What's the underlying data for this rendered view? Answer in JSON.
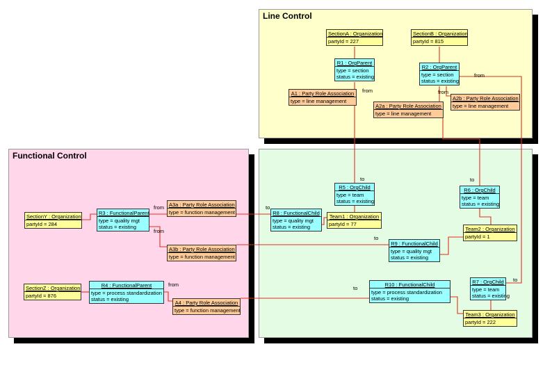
{
  "panels": {
    "line_control": "Line Control",
    "functional_control": "Functional Control"
  },
  "boxes": {
    "sectionA": {
      "header": "SectionA : Organization",
      "lines": [
        "partyId = 227"
      ]
    },
    "sectionB": {
      "header": "SectionB : Organization",
      "lines": [
        "partyId = 815"
      ]
    },
    "r1": {
      "header": "R1 : OrgParent",
      "lines": [
        "type = section",
        "status = existing"
      ]
    },
    "r2": {
      "header": "R2 : OrgParent",
      "lines": [
        "type = section",
        "status = existing"
      ]
    },
    "a1": {
      "header": "A1 : Party Role Association",
      "lines": [
        "type = line management"
      ]
    },
    "a2a": {
      "header": "A2a : Party Role Association",
      "lines": [
        "type = line management"
      ]
    },
    "a2b": {
      "header": "A2b : Party Role Association",
      "lines": [
        "type = line management"
      ]
    },
    "sectionY": {
      "header": "SectionY : Organization",
      "lines": [
        "partyId = 284"
      ]
    },
    "r3": {
      "header": "R3 : FunctionalParent",
      "lines": [
        "type = quality mgt",
        "status = existing"
      ]
    },
    "a3a": {
      "header": "A3a : Party Role Association",
      "lines": [
        "type = function management"
      ]
    },
    "a3b": {
      "header": "A3b : Party Role Association",
      "lines": [
        "type = function management"
      ]
    },
    "sectionZ": {
      "header": "SectionZ : Organization",
      "lines": [
        "partyId = 876"
      ]
    },
    "r4": {
      "header": "R4 : FunctionalParent",
      "lines": [
        "type = process standardization",
        "status = existing"
      ]
    },
    "a4": {
      "header": "A4 : Party Role Association",
      "lines": [
        "type = function management"
      ]
    },
    "r5": {
      "header": "R5 : OrgChild",
      "lines": [
        "type = team",
        "status = existing"
      ]
    },
    "r6": {
      "header": "R6 : OrgChild",
      "lines": [
        "type = team",
        "status = existing"
      ]
    },
    "r8": {
      "header": "R8 : FunctionalChild",
      "lines": [
        "type = quality mgt",
        "status = existing"
      ]
    },
    "team1": {
      "header": "Team1 : Organization",
      "lines": [
        "partyId = 77"
      ]
    },
    "team2": {
      "header": "Team2 : Organization",
      "lines": [
        "partyId = 1"
      ]
    },
    "r9": {
      "header": "R9 : FunctionalChild",
      "lines": [
        "type = quality mgt",
        "status = existing"
      ]
    },
    "r10": {
      "header": "R10 : FunctionalChild",
      "lines": [
        "type = process standardization",
        "status = existing"
      ]
    },
    "r7": {
      "header": "R7 : OrgChild",
      "lines": [
        "type = team",
        "status = existing"
      ]
    },
    "team3": {
      "header": "Team3 : Organization",
      "lines": [
        "partyId = 222"
      ]
    }
  },
  "edge_labels": {
    "from": "from",
    "to": "to"
  },
  "colors": {
    "line_control_bg": "#ffffcc",
    "functional_control_bg": "#ffd6ea",
    "team_panel_bg": "#e4fbe4",
    "wire": "#e0301e",
    "organization_fill": "#ffff99",
    "role_fill": "#99ffff",
    "association_fill": "#ffcc99"
  }
}
